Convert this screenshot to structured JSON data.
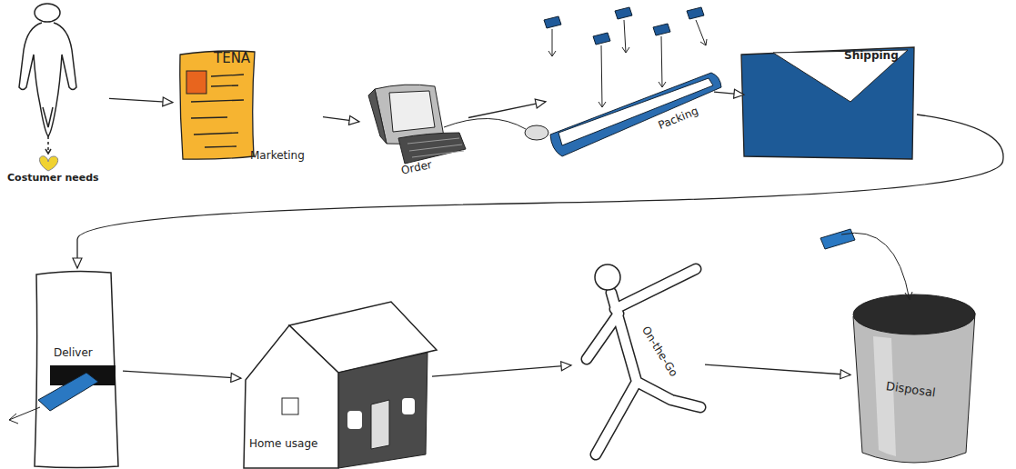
{
  "diagram": {
    "nodes": [
      {
        "text": [
          "Costumer needs"
        ]
      },
      {
        "text": [
          "TENA",
          "Marketing"
        ]
      },
      {
        "text": [
          "Order"
        ]
      },
      {
        "text": [
          "Packing"
        ]
      },
      {
        "text": [
          "Shipping"
        ]
      },
      {
        "text": [
          "Deliver"
        ]
      },
      {
        "text": [
          "Home usage"
        ]
      },
      {
        "text": [
          "On-the-Go"
        ]
      },
      {
        "text": [
          "Disposal"
        ]
      }
    ],
    "edges": [
      {
        "from": 0,
        "to": 1,
        "arrow": "to"
      },
      {
        "from": 1,
        "to": 2,
        "arrow": "to"
      },
      {
        "from": 2,
        "to": 3,
        "arrow": "to"
      },
      {
        "from": 3,
        "to": 4,
        "arrow": "to"
      },
      {
        "from": 4,
        "to": 5,
        "arrow": "to"
      },
      {
        "from": 5,
        "to": 6,
        "arrow": "to"
      },
      {
        "from": 6,
        "to": 7,
        "arrow": "to"
      },
      {
        "from": 7,
        "to": 8,
        "arrow": "to"
      }
    ]
  }
}
